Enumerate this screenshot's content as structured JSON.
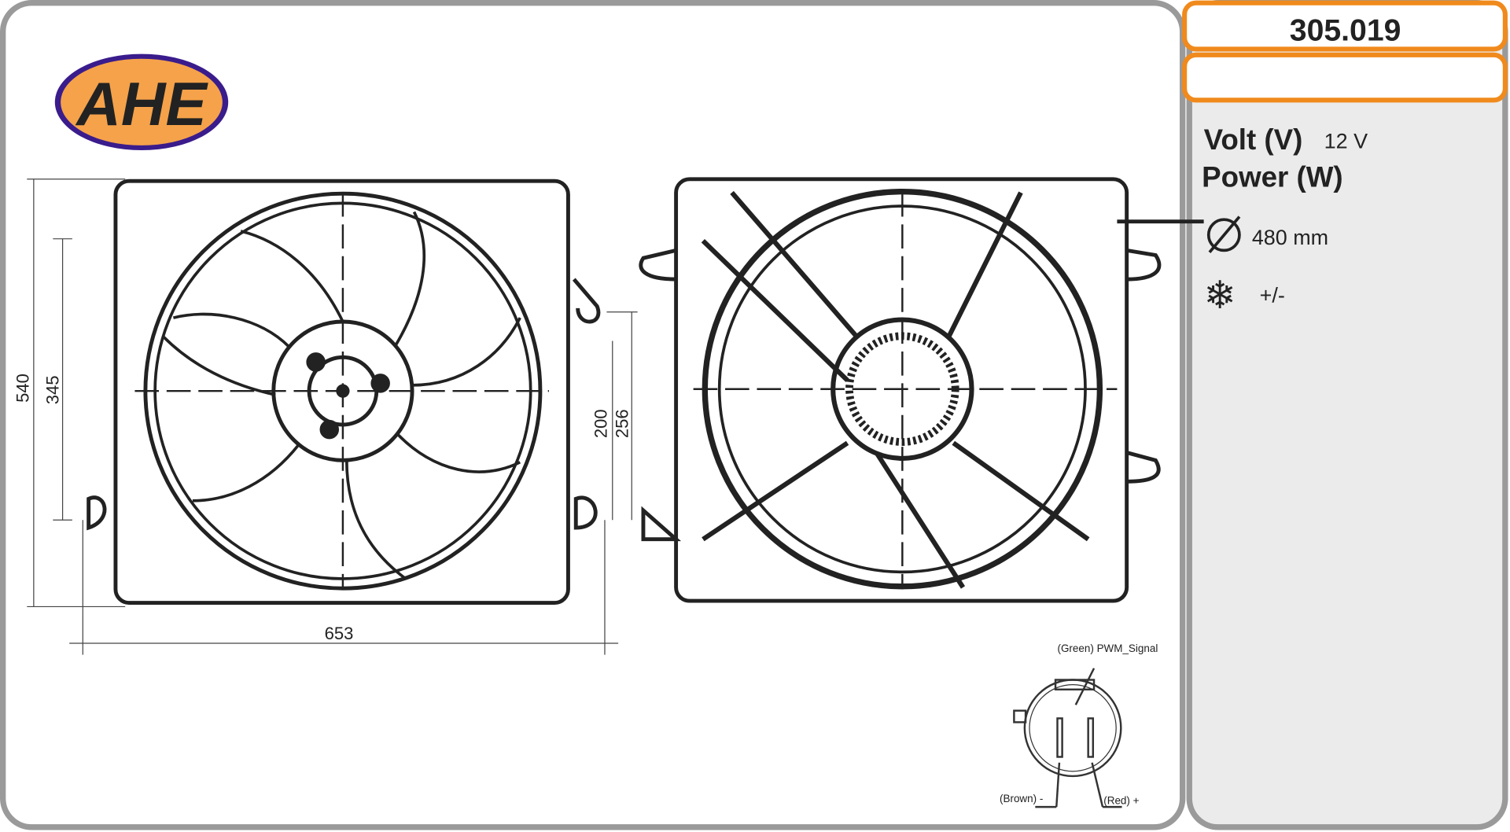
{
  "logo": {
    "text": "AHE"
  },
  "part_number": "305.019",
  "specs": {
    "volt_label": "Volt (V)",
    "volt_value": "12 V",
    "power_label": "Power (W)",
    "diameter_icon": "diameter-icon",
    "diameter_value": "480 mm",
    "rotation_icon": "snowflake-icon",
    "rotation_value": "+/-"
  },
  "dimensions": {
    "height_total": "540",
    "height_inner": "345",
    "width": "653",
    "mount_a": "200",
    "mount_b": "256"
  },
  "connector": {
    "pin_signal": "(Green) PWM_Signal",
    "pin_neg": "(Brown) -",
    "pin_pos": "(Red) +"
  },
  "colors": {
    "accent": "#f08a1c",
    "panel": "#ebebeb",
    "frame": "#9a9a9a",
    "logo_fill": "#3a1c8c",
    "logo_bg": "#f5a24a"
  }
}
